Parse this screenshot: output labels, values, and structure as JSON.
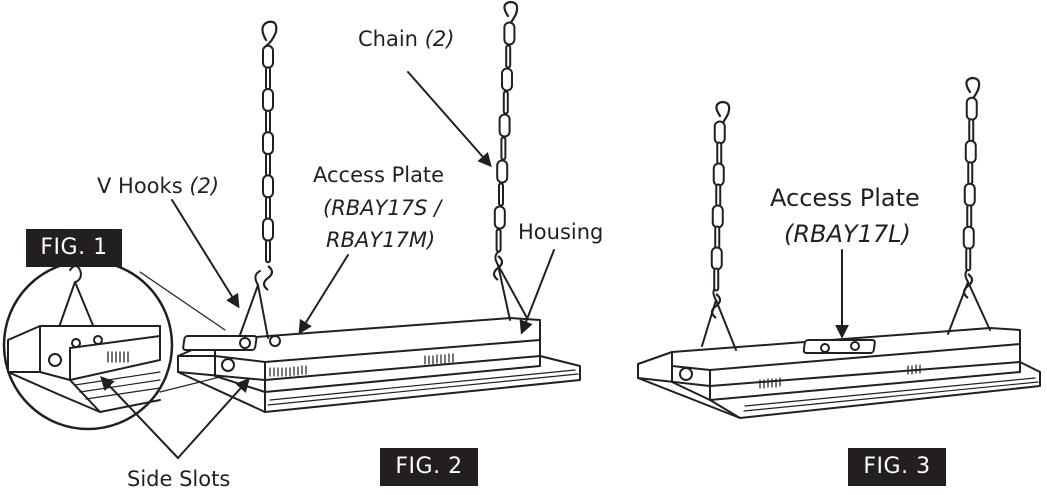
{
  "figures": {
    "fig1": "FIG. 1",
    "fig2": "FIG. 2",
    "fig3": "FIG. 3"
  },
  "labels": {
    "chain_text": "Chain",
    "chain_qty": "(2)",
    "vhooks_text": "V Hooks",
    "vhooks_qty": "(2)",
    "access_plate": "Access Plate",
    "access_models_line1": "(RBAY17S /",
    "access_models_line2": "RBAY17M)",
    "housing": "Housing",
    "side_slots": "Side Slots",
    "access_plate_large": "Access Plate",
    "access_models_large": "(RBAY17L)"
  },
  "colors": {
    "ink": "#231f20",
    "tag_bg": "#231f20",
    "tag_text": "#ffffff",
    "background": "#ffffff"
  }
}
